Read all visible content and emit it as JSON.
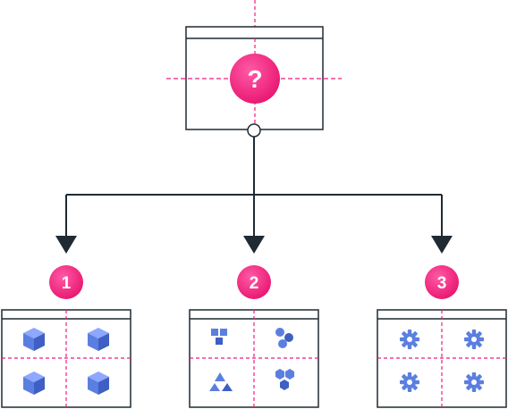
{
  "colors": {
    "stroke": "#1f2a33",
    "accent": "#ee1f7e",
    "accent_light": "#ff4f9c",
    "icon_blue": "#5b7fe0",
    "icon_blue_dark": "#3f5fc4"
  },
  "top_box": {
    "badge": "?"
  },
  "branches": [
    {
      "badge": "1",
      "icon": "cube-icon"
    },
    {
      "badge": "2",
      "icon": "shapes-icon"
    },
    {
      "badge": "3",
      "icon": "gear-icon"
    }
  ]
}
